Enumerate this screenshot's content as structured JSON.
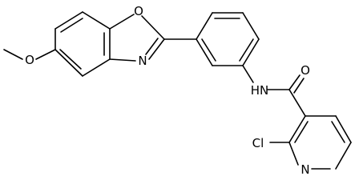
{
  "molecule": {
    "atoms": {
      "O_methoxy": "O",
      "O_ring": "O",
      "N_oxazole": "N",
      "N_amide": "HN",
      "O_carbonyl": "O",
      "Cl": "Cl",
      "N_pyridine": "N"
    }
  }
}
